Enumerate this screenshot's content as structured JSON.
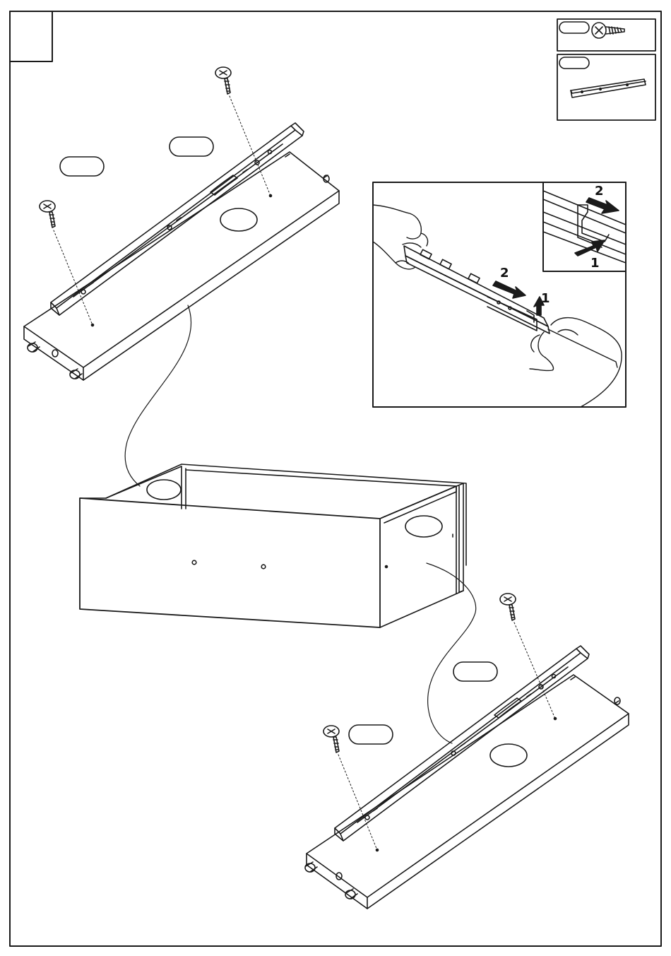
{
  "sheet": {
    "step_number": "",
    "ink_color": "#1a1a1a",
    "paper_color": "#ffffff"
  },
  "legend": {
    "screw_part_id": "",
    "rail_part_id": "",
    "screw_icon": "screw-icon",
    "rail_icon": "rail-icon"
  },
  "callouts": {
    "upper_panel_left": "",
    "upper_panel_right": "",
    "lower_panel_left": "",
    "lower_panel_right": ""
  },
  "detail_inset": {
    "arrow_1_label": "1",
    "arrow_2_label": "2",
    "zoom_arrow_1_label": "1",
    "zoom_arrow_2_label": "2"
  }
}
